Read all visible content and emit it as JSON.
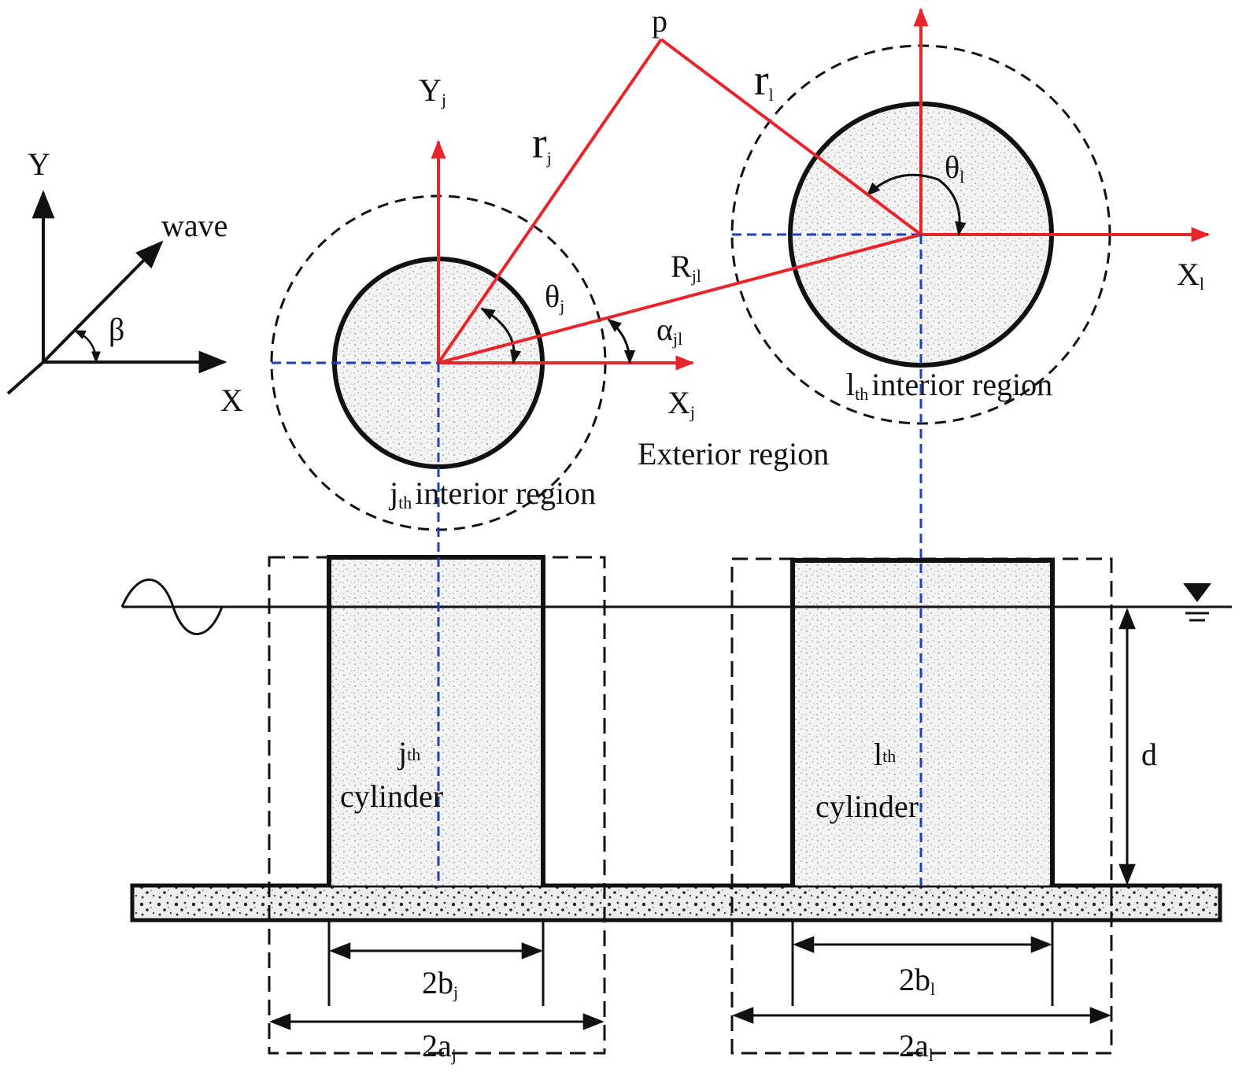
{
  "colors": {
    "ink": "#111111",
    "red": "#e8252a",
    "blue": "#1f3fb5",
    "fill": "#f1f1f1",
    "speckle": "#8a8a8a"
  },
  "global_axes": {
    "y": "Y",
    "x": "X",
    "wave": "wave",
    "beta": "β"
  },
  "plan_j": {
    "y_axis": "Y",
    "y_sub": "j",
    "x_axis": "X",
    "x_sub": "j",
    "r": "r",
    "r_sub": "j",
    "theta": "θ",
    "theta_sub": "j",
    "alpha": "α",
    "alpha_sub": "jl",
    "R": "R",
    "R_sub": "jl",
    "region_pre": "j",
    "region_sub": "th",
    "region_text": "interior region"
  },
  "plan_l": {
    "x_axis": "X",
    "x_sub": "l",
    "r": "r",
    "r_sub": "l",
    "theta": "θ",
    "theta_sub": "l",
    "region_pre": "l",
    "region_sub": "th",
    "region_text": "interior region"
  },
  "point_p": "p",
  "exterior_region": "Exterior region",
  "elevation_j": {
    "pre": "j",
    "sub": "th",
    "text": "cylinder",
    "dim_b": "2b",
    "dim_b_sub": "j",
    "dim_a": "2a",
    "dim_a_sub": "j"
  },
  "elevation_l": {
    "pre": "l",
    "sub": "th",
    "text": "cylinder",
    "dim_b": "2b",
    "dim_b_sub": "l",
    "dim_a": "2a",
    "dim_a_sub": "l"
  },
  "depth_label": "d"
}
